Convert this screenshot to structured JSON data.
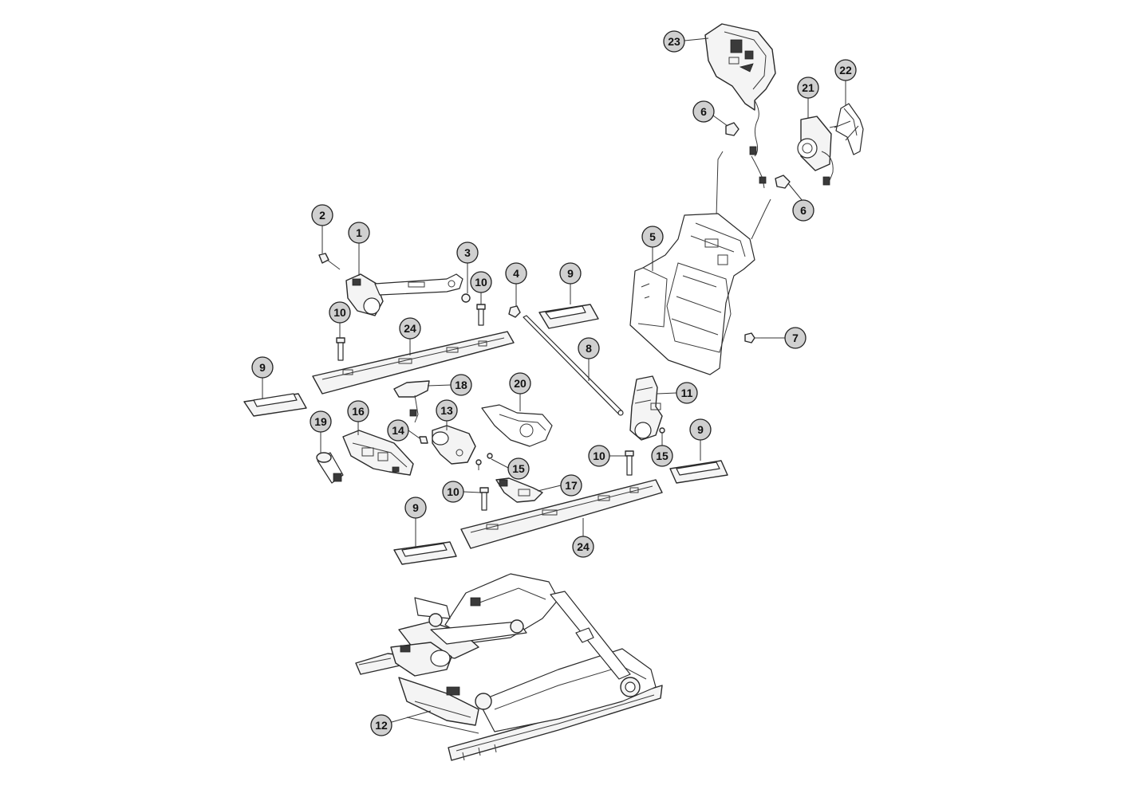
{
  "diagram": {
    "callouts": [
      {
        "id": "c23",
        "label": "23"
      },
      {
        "id": "c22",
        "label": "22"
      },
      {
        "id": "c21",
        "label": "21"
      },
      {
        "id": "c6a",
        "label": "6"
      },
      {
        "id": "c6b",
        "label": "6"
      },
      {
        "id": "c2",
        "label": "2"
      },
      {
        "id": "c1",
        "label": "1"
      },
      {
        "id": "c3",
        "label": "3"
      },
      {
        "id": "c4",
        "label": "4"
      },
      {
        "id": "c9a",
        "label": "9"
      },
      {
        "id": "c10a",
        "label": "10"
      },
      {
        "id": "c10b",
        "label": "10"
      },
      {
        "id": "c5",
        "label": "5"
      },
      {
        "id": "c7",
        "label": "7"
      },
      {
        "id": "c24a",
        "label": "24"
      },
      {
        "id": "c8",
        "label": "8"
      },
      {
        "id": "c9b",
        "label": "9"
      },
      {
        "id": "c18",
        "label": "18"
      },
      {
        "id": "c20",
        "label": "20"
      },
      {
        "id": "c11",
        "label": "11"
      },
      {
        "id": "c19",
        "label": "19"
      },
      {
        "id": "c16",
        "label": "16"
      },
      {
        "id": "c13",
        "label": "13"
      },
      {
        "id": "c14",
        "label": "14"
      },
      {
        "id": "c9c",
        "label": "9"
      },
      {
        "id": "c15a",
        "label": "15"
      },
      {
        "id": "c10c",
        "label": "10"
      },
      {
        "id": "c15b",
        "label": "15"
      },
      {
        "id": "c9d",
        "label": "9"
      },
      {
        "id": "c10d",
        "label": "10"
      },
      {
        "id": "c17",
        "label": "17"
      },
      {
        "id": "c24b",
        "label": "24"
      },
      {
        "id": "c12",
        "label": "12"
      }
    ]
  }
}
